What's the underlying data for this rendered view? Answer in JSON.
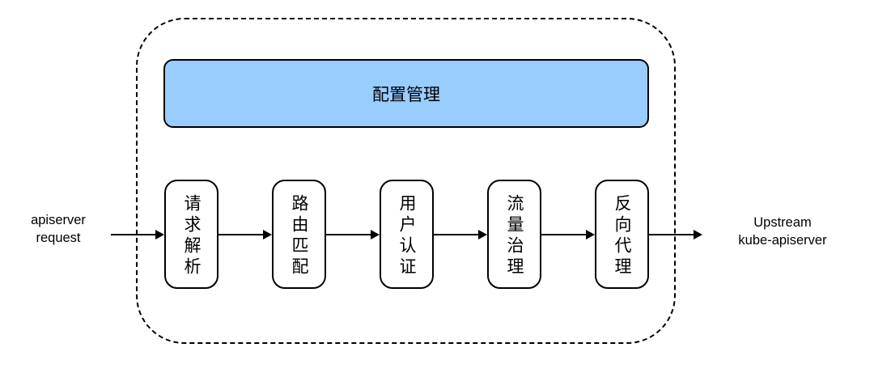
{
  "diagram": {
    "input_label": "apiserver\nrequest",
    "output_label": "Upstream\nkube-apiserver",
    "config_box": {
      "label": "配置管理"
    },
    "stages": [
      {
        "label": "请求解析"
      },
      {
        "label": "路由匹配"
      },
      {
        "label": "用户认证"
      },
      {
        "label": "流量治理"
      },
      {
        "label": "反向代理"
      }
    ],
    "colors": {
      "background": "#FFFFFF",
      "stroke": "#000000",
      "config_fill": "#99CCFF",
      "stage_fill": "#FFFFFF"
    }
  }
}
